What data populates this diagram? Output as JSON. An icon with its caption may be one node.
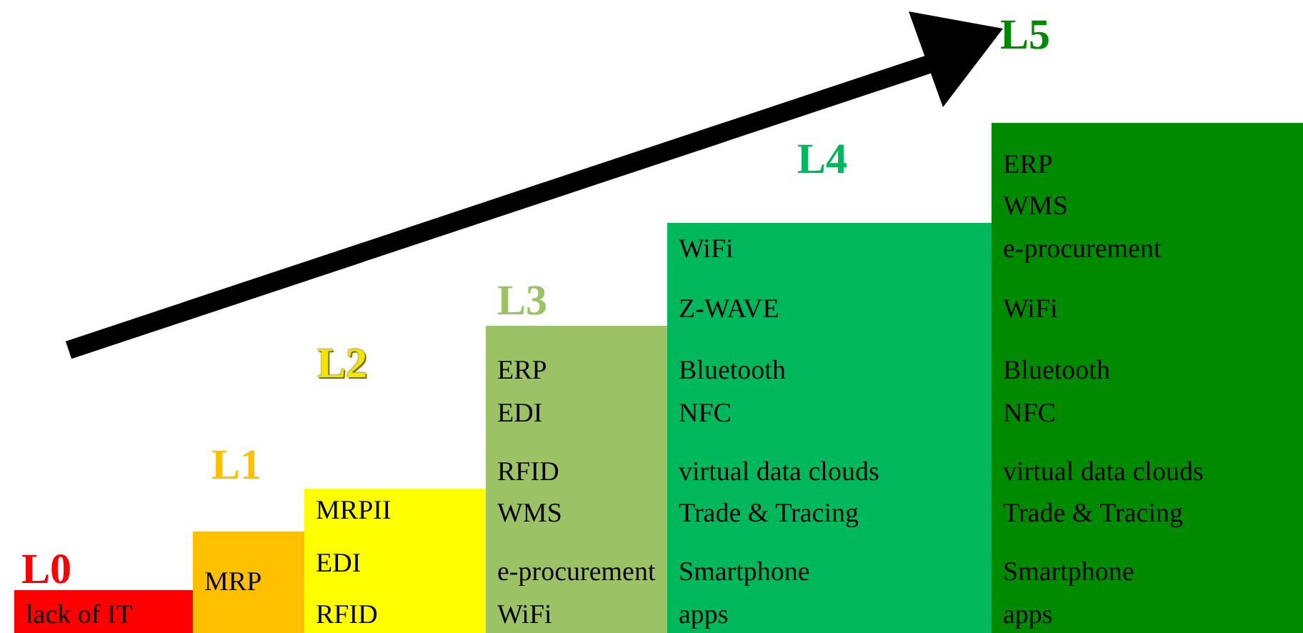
{
  "diagram": {
    "nodes": [
      {
        "text": [
          "L0",
          "lack of IT"
        ]
      },
      {
        "text": [
          "L1",
          "MRP"
        ]
      },
      {
        "text": [
          "L2",
          "MRPII",
          "EDI",
          "RFID"
        ]
      },
      {
        "text": [
          "L3",
          "ERP",
          "EDI",
          "RFID",
          "WMS",
          "e-procurement",
          "WiFi"
        ]
      },
      {
        "text": [
          "L4",
          "WiFi",
          "Z-WAVE",
          "Bluetooth",
          "NFC",
          "virtual data clouds",
          "Trade & Tracing",
          "Smartphone",
          "apps"
        ]
      },
      {
        "text": [
          "L5",
          "ERP",
          "WMS",
          "e-procurement",
          "WiFi",
          "Bluetooth",
          "NFC",
          "virtual data clouds",
          "Trade & Tracing",
          "Smartphone",
          "apps"
        ]
      }
    ]
  }
}
